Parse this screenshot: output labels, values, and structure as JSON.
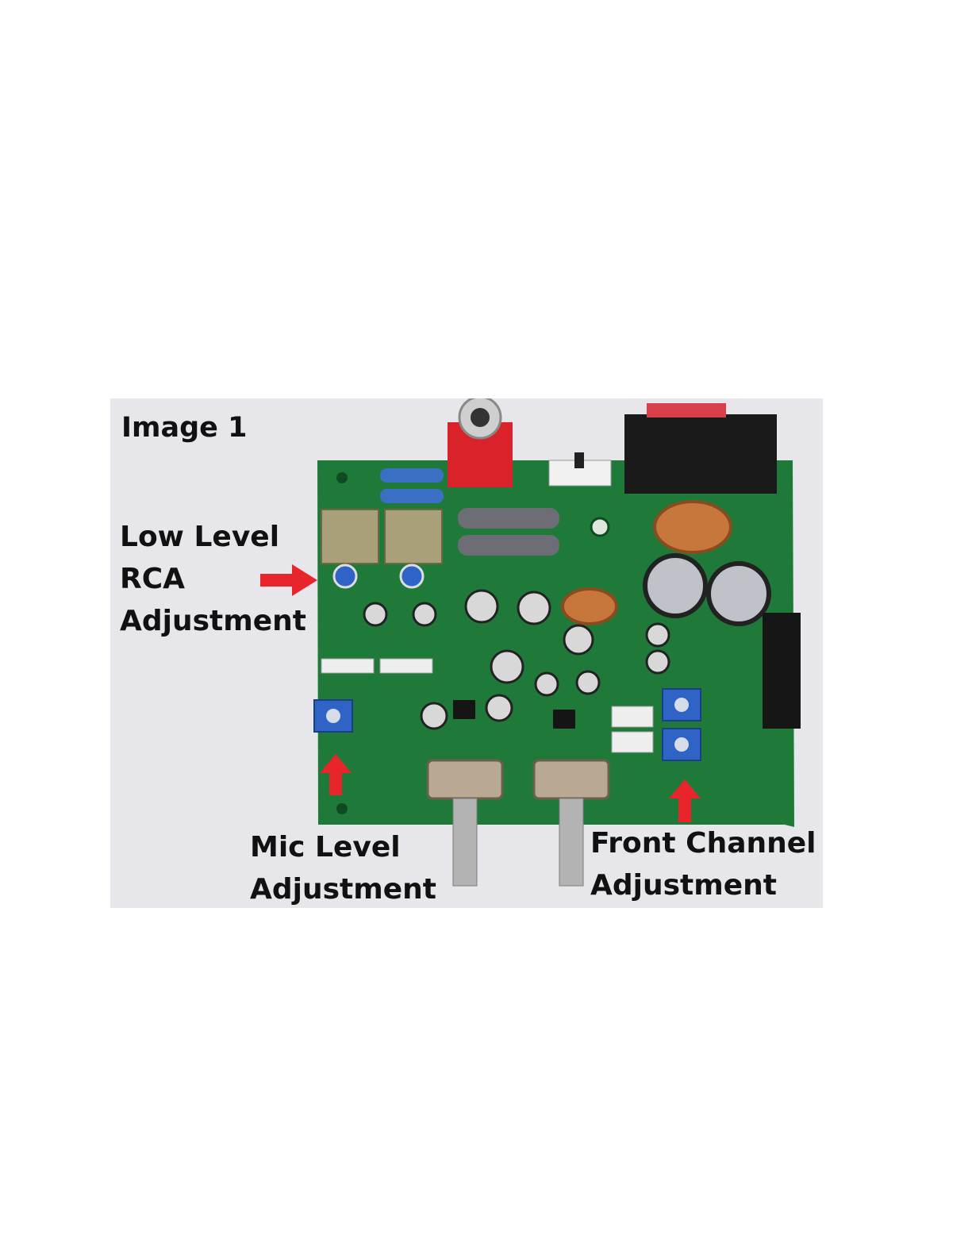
{
  "figure": {
    "title": "Image 1",
    "photo_subject": "amplifier-circuit-board",
    "arrow_color": "#e8252b",
    "board_color": "#1f7a3a"
  },
  "callouts": {
    "rca": {
      "lines": [
        "Low Level",
        "RCA",
        "Adjustment"
      ]
    },
    "mic": {
      "lines": [
        "Mic Level",
        "Adjustment"
      ]
    },
    "front": {
      "lines": [
        "Front Channel",
        "Adjustment"
      ]
    }
  }
}
